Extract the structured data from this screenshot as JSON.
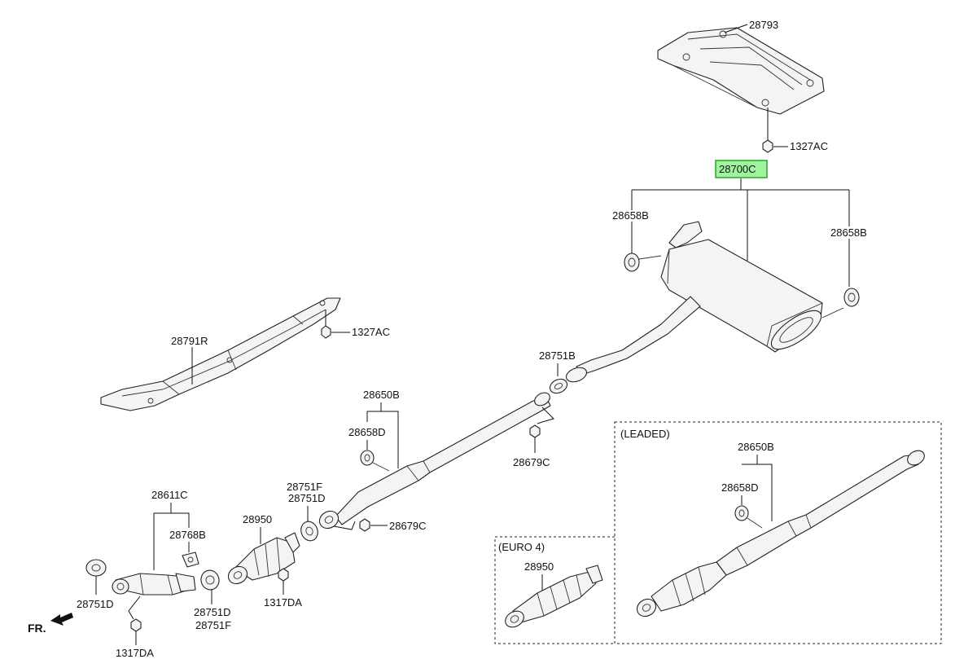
{
  "labels": {
    "p28793": "28793",
    "p1327ac_top": "1327AC",
    "p28700c": "28700C",
    "p28658b_left": "28658B",
    "p28658b_right": "28658B",
    "p28791r": "28791R",
    "p1327ac_mid": "1327AC",
    "p28751b": "28751B",
    "p28650b": "28650B",
    "p28658d": "28658D",
    "p28679c_upper": "28679C",
    "p28679c_lower": "28679C",
    "p28751f_top": "28751F",
    "p28751d_top": "28751D",
    "p28950": "28950",
    "p28611c": "28611C",
    "p28768b": "28768B",
    "p28751d_left": "28751D",
    "p28751d_bottom": "28751D",
    "p28751f_bottom": "28751F",
    "p1317da_mid": "1317DA",
    "p1317da_bottom": "1317DA",
    "fr": "FR.",
    "leaded_title": "(LEADED)",
    "leaded_28650b": "28650B",
    "leaded_28658d": "28658D",
    "euro4_title": "(EURO 4)",
    "euro4_28950": "28950"
  },
  "colors": {
    "highlight_fill": "#9ef59e",
    "highlight_stroke": "#2ca02c"
  }
}
